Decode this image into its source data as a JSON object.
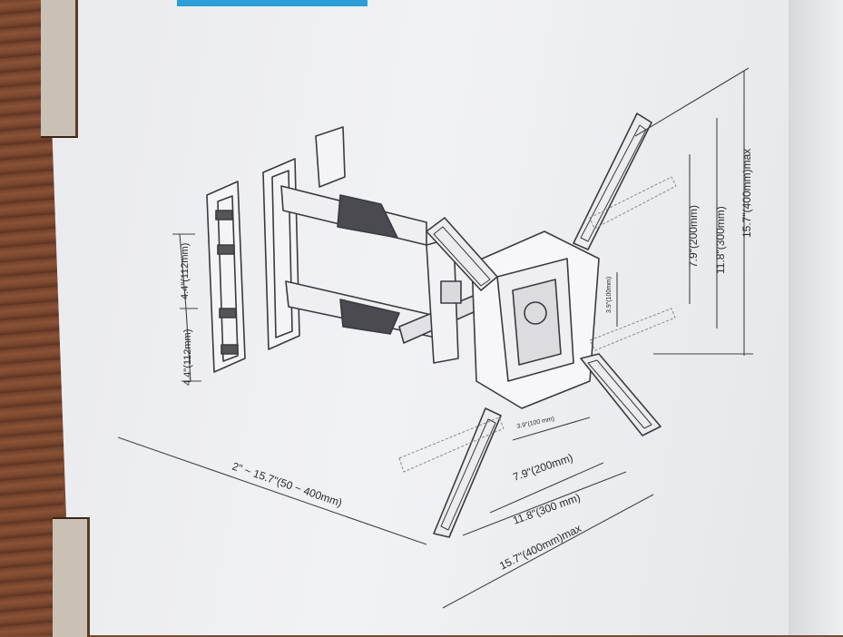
{
  "dimensions": {
    "wall_plate_upper": "4.4\"(112mm)",
    "wall_plate_lower": "4.4\"(112mm)",
    "extension": "2\" ~ 15.7\"(50 ~ 400mm)",
    "vesa_small_v": "3.9\"(100mm)",
    "vesa_small_h": "3.9\"(100 mm)",
    "vertical_200": "7.9\"(200mm)",
    "vertical_300": "11.8\"(300mm)",
    "vertical_400": "15.7\"(400mm)max",
    "horizontal_200": "7.9\"(200mm)",
    "horizontal_300": "11.8\"(300 mm)",
    "horizontal_400": "15.7\"(400mm)max"
  }
}
